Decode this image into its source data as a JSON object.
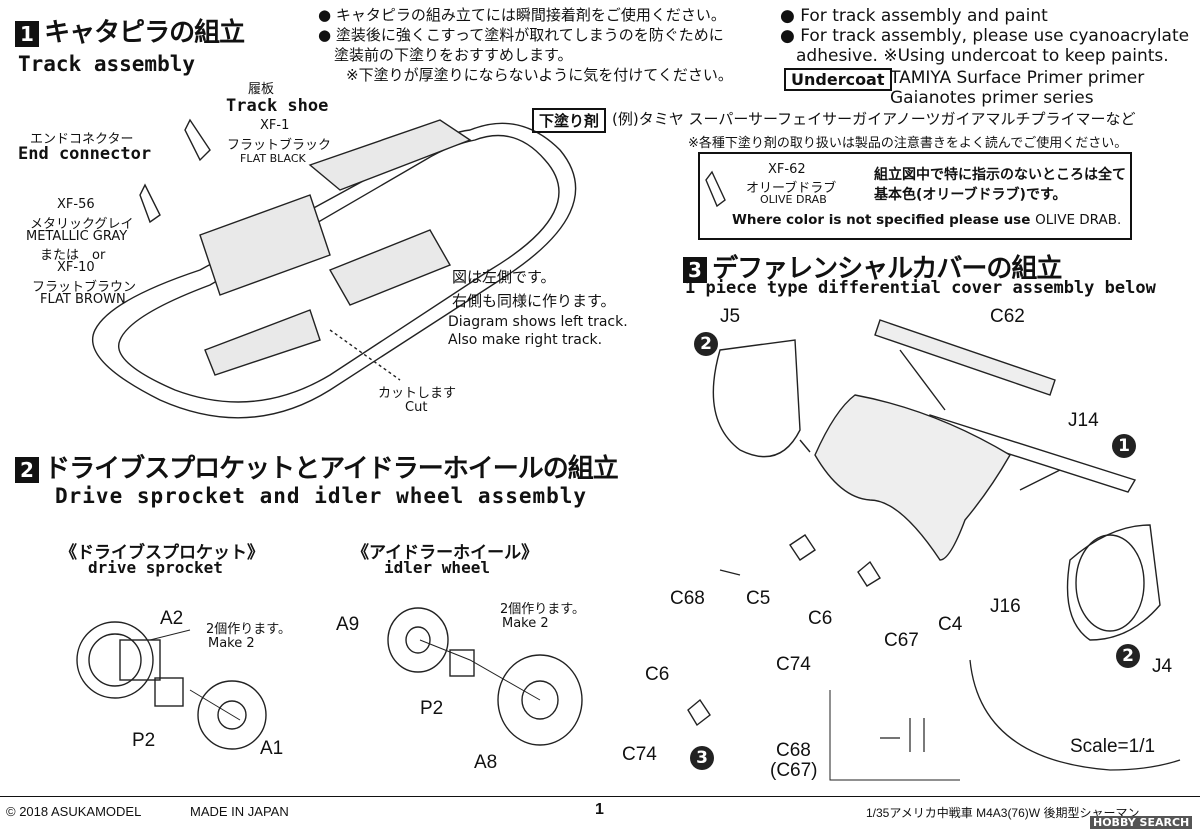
{
  "step1": {
    "number": "1",
    "title_jp": "キャタピラの組立",
    "title_en": "Track assembly",
    "track_shoe_jp": "履板",
    "track_shoe_en": "Track shoe",
    "xf1_code": "XF-1",
    "xf1_jp": "フラットブラック",
    "xf1_en": "FLAT BLACK",
    "end_connector_jp": "エンドコネクター",
    "end_connector_en": "End connector",
    "xf56_code": "XF-56",
    "xf56_jp": "メタリックグレイ",
    "xf56_en": "METALLIC GRAY",
    "or_text": "または　or",
    "xf10_code": "XF-10",
    "xf10_jp": "フラットブラウン",
    "xf10_en": "FLAT BROWN",
    "left_note_jp_1": "図は左側です。",
    "left_note_jp_2": "右側も同様に作ります。",
    "left_note_en_1": "Diagram shows left track.",
    "left_note_en_2": "Also make right track.",
    "cut_jp": "カットします",
    "cut_en": "Cut"
  },
  "notes": {
    "jp_1": "● キャタピラの組み立てには瞬間接着剤をご使用ください。",
    "jp_2": "● 塗装後に強くこすって塗料が取れてしまうのを防ぐために",
    "jp_3": "塗装前の下塗りをおすすめします。",
    "jp_4": "※下塗りが厚塗りにならないように気を付けてください。",
    "en_1": "● For track assembly and paint",
    "en_2": "● For track assembly, please use cyanoacrylate",
    "en_3": "adhesive. ※Using undercoat to keep paints.",
    "undercoat_label": "Undercoat",
    "undercoat_text_1": "TAMIYA Surface Primer primer",
    "undercoat_text_2": "Gaianotes primer series",
    "primer_label_jp": "下塗り剤",
    "primer_text_jp": "(例)タミヤ スーパーサーフェイサーガイアノーツガイアマルチプライマーなど",
    "primer_note_jp": "※各種下塗り剤の取り扱いは製品の注意書きをよく読んでご使用ください。"
  },
  "olive_box": {
    "code": "XF-62",
    "name_jp": "オリーブドラブ",
    "name_en": "OLIVE DRAB",
    "text_jp_1": "組立図中で特に指示のないところは全て",
    "text_jp_2": "基本色(オリーブドラブ)です。",
    "text_en_a": "Where color is not specified please use ",
    "text_en_b": "OLIVE DRAB."
  },
  "step2": {
    "number": "2",
    "title_jp": "ドライブスプロケットとアイドラーホイールの組立",
    "title_en": "Drive sprocket and idler wheel assembly",
    "sprocket_jp": "《ドライブスプロケット》",
    "sprocket_en": "drive sprocket",
    "idler_jp": "《アイドラーホイール》",
    "idler_en": "idler wheel",
    "make2_jp": "2個作ります。",
    "make2_en": "Make 2",
    "parts": {
      "a2": "A2",
      "p2": "P2",
      "a1": "A1",
      "a9": "A9",
      "a8": "A8"
    }
  },
  "step3": {
    "number": "3",
    "title_jp": "デファレンシャルカバーの組立",
    "title_en": "1 piece type differential cover assembly below",
    "parts": {
      "j5": "J5",
      "c62": "C62",
      "j14": "J14",
      "j16": "J16",
      "j4": "J4",
      "c68": "C68",
      "c5": "C5",
      "c6": "C6",
      "c4": "C4",
      "c67": "C67",
      "c74": "C74",
      "c6b": "C6",
      "c74b": "C74",
      "c68c67_a": "C68",
      "c68c67_b": "(C67)"
    },
    "circles": {
      "one": "1",
      "two": "2",
      "three": "3"
    },
    "scale": "Scale=1/1"
  },
  "footer": {
    "copyright": "© 2018 ASUKAMODEL",
    "made": "MADE IN JAPAN",
    "page": "1",
    "product": "1/35アメリカ中戦車 M4A3(76)W 後期型シャーマン",
    "watermark": "HOBBY SEARCH"
  },
  "colors": {
    "ink": "#111111",
    "line": "#333333",
    "greyfill": "#dcdcdc"
  }
}
